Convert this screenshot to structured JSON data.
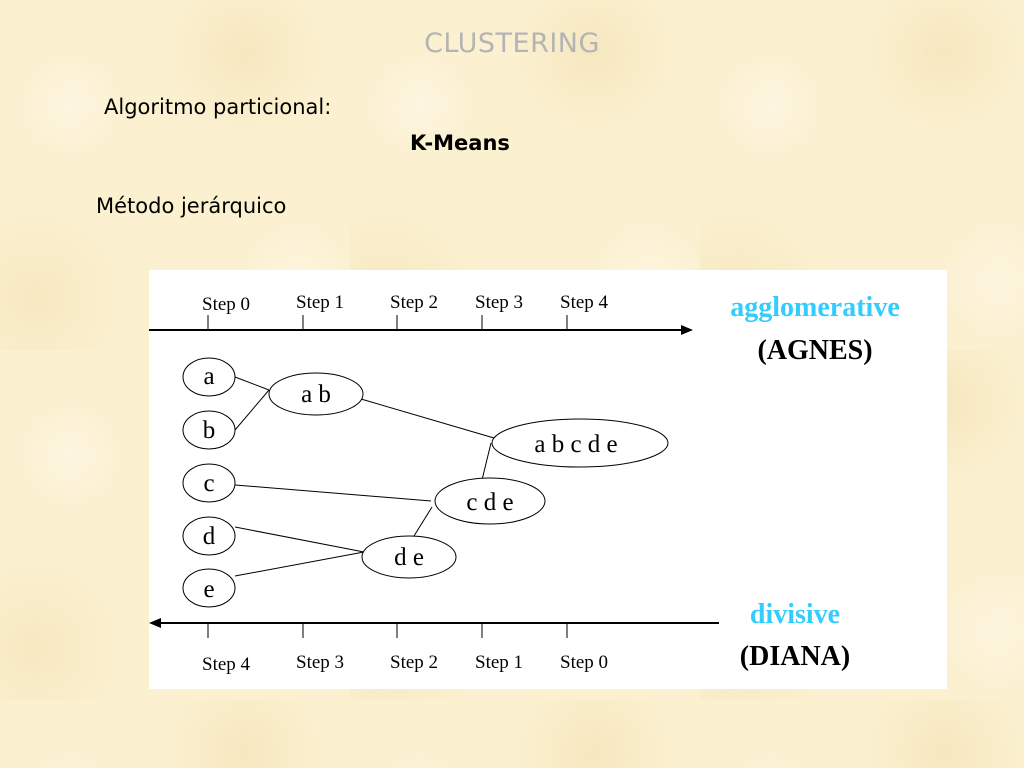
{
  "slide": {
    "title": "CLUSTERING",
    "line1": "Algoritmo particional:",
    "line2": "K-Means",
    "line3": "Método jerárquico"
  },
  "diagram": {
    "top_steps": [
      "Step 0",
      "Step 1",
      "Step 2",
      "Step 3",
      "Step 4"
    ],
    "bottom_steps": [
      "Step 4",
      "Step 3",
      "Step 2",
      "Step 1",
      "Step 0"
    ],
    "agglomerative": {
      "label": "agglomerative",
      "abbr": "(AGNES)"
    },
    "divisive": {
      "label": "divisive",
      "abbr": "(DIANA)"
    },
    "leaves": [
      "a",
      "b",
      "c",
      "d",
      "e"
    ],
    "clusters": {
      "ab": "a b",
      "de": "d e",
      "cde": "c d e",
      "abcde": "a b c d e"
    }
  },
  "colors": {
    "accent": "#33ccff",
    "title": "#b4b4b4",
    "background": "#fbf0cf"
  }
}
